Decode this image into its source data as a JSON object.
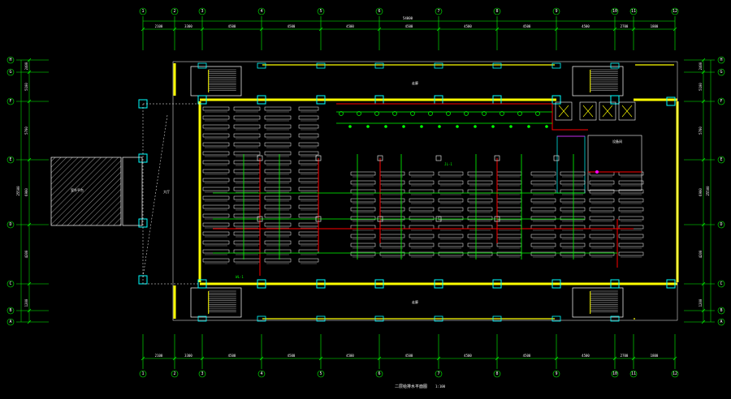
{
  "drawing": {
    "title": "二层给排水平面图",
    "scale": "1:100"
  },
  "grid_axes": {
    "columns": [
      "1",
      "2",
      "3",
      "4",
      "5",
      "6",
      "7",
      "8",
      "9",
      "10",
      "11",
      "12"
    ],
    "rows": [
      "H",
      "G",
      "F",
      "E",
      "D",
      "C",
      "B",
      "A"
    ]
  },
  "dimensions": {
    "top_total": "54000",
    "top_segments": [
      "2100",
      "3300",
      "4500",
      "4500",
      "4500",
      "4500",
      "4500",
      "4500",
      "4500",
      "2700",
      "1800"
    ],
    "bottom_segments": [
      "2100",
      "3300",
      "4500",
      "4500",
      "4500",
      "4500",
      "4500",
      "4500",
      "4500",
      "2700",
      "1800"
    ],
    "left_segments": [
      "2400",
      "5100",
      "5700",
      "6900",
      "4200",
      "1200"
    ],
    "left_total": "25500",
    "right_segments": [
      "2400",
      "5100",
      "5700",
      "6900",
      "4200",
      "1200"
    ],
    "right_total": "25500"
  },
  "labels": {
    "corridor_top": "走廊",
    "corridor_bottom": "走廊",
    "hall": "大厅",
    "hatched_area": "室外平台",
    "room_right": "设备间",
    "pipe_note_1": "JL-1",
    "pipe_note_2": "WL-1"
  },
  "colors": {
    "grid": "#00ff00",
    "wall": "#ffff00",
    "column": "#00ffff",
    "water_supply": "#ff0000",
    "drain": "#00ff00",
    "furniture": "#ffffff",
    "accent": "#ff00ff"
  }
}
